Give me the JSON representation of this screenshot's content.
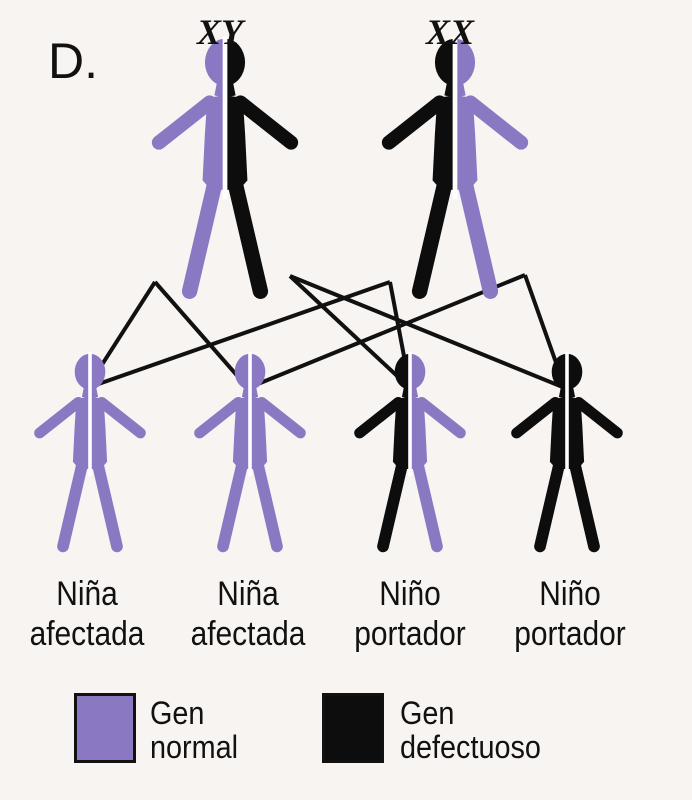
{
  "panel_label": "D.",
  "parents": [
    {
      "chromosomes": "XY",
      "left_gene": "normal",
      "right_gene": "defective"
    },
    {
      "chromosomes": "XX",
      "left_gene": "defective",
      "right_gene": "normal"
    }
  ],
  "children": [
    {
      "line1": "Niña",
      "line2": "afectada",
      "left_gene": "normal",
      "right_gene": "normal"
    },
    {
      "line1": "Niña",
      "line2": "afectada",
      "left_gene": "normal",
      "right_gene": "normal"
    },
    {
      "line1": "Niño",
      "line2": "portador",
      "left_gene": "defective",
      "right_gene": "normal"
    },
    {
      "line1": "Niño",
      "line2": "portador",
      "left_gene": "defective",
      "right_gene": "defective"
    }
  ],
  "legend": [
    {
      "gene": "normal",
      "line1": "Gen",
      "line2": "normal"
    },
    {
      "gene": "defective",
      "line1": "Gen",
      "line2": "defectuoso"
    }
  ],
  "colors": {
    "normal": "#8a78c2",
    "defective": "#0d0d0d",
    "divider": "#ffffff"
  }
}
